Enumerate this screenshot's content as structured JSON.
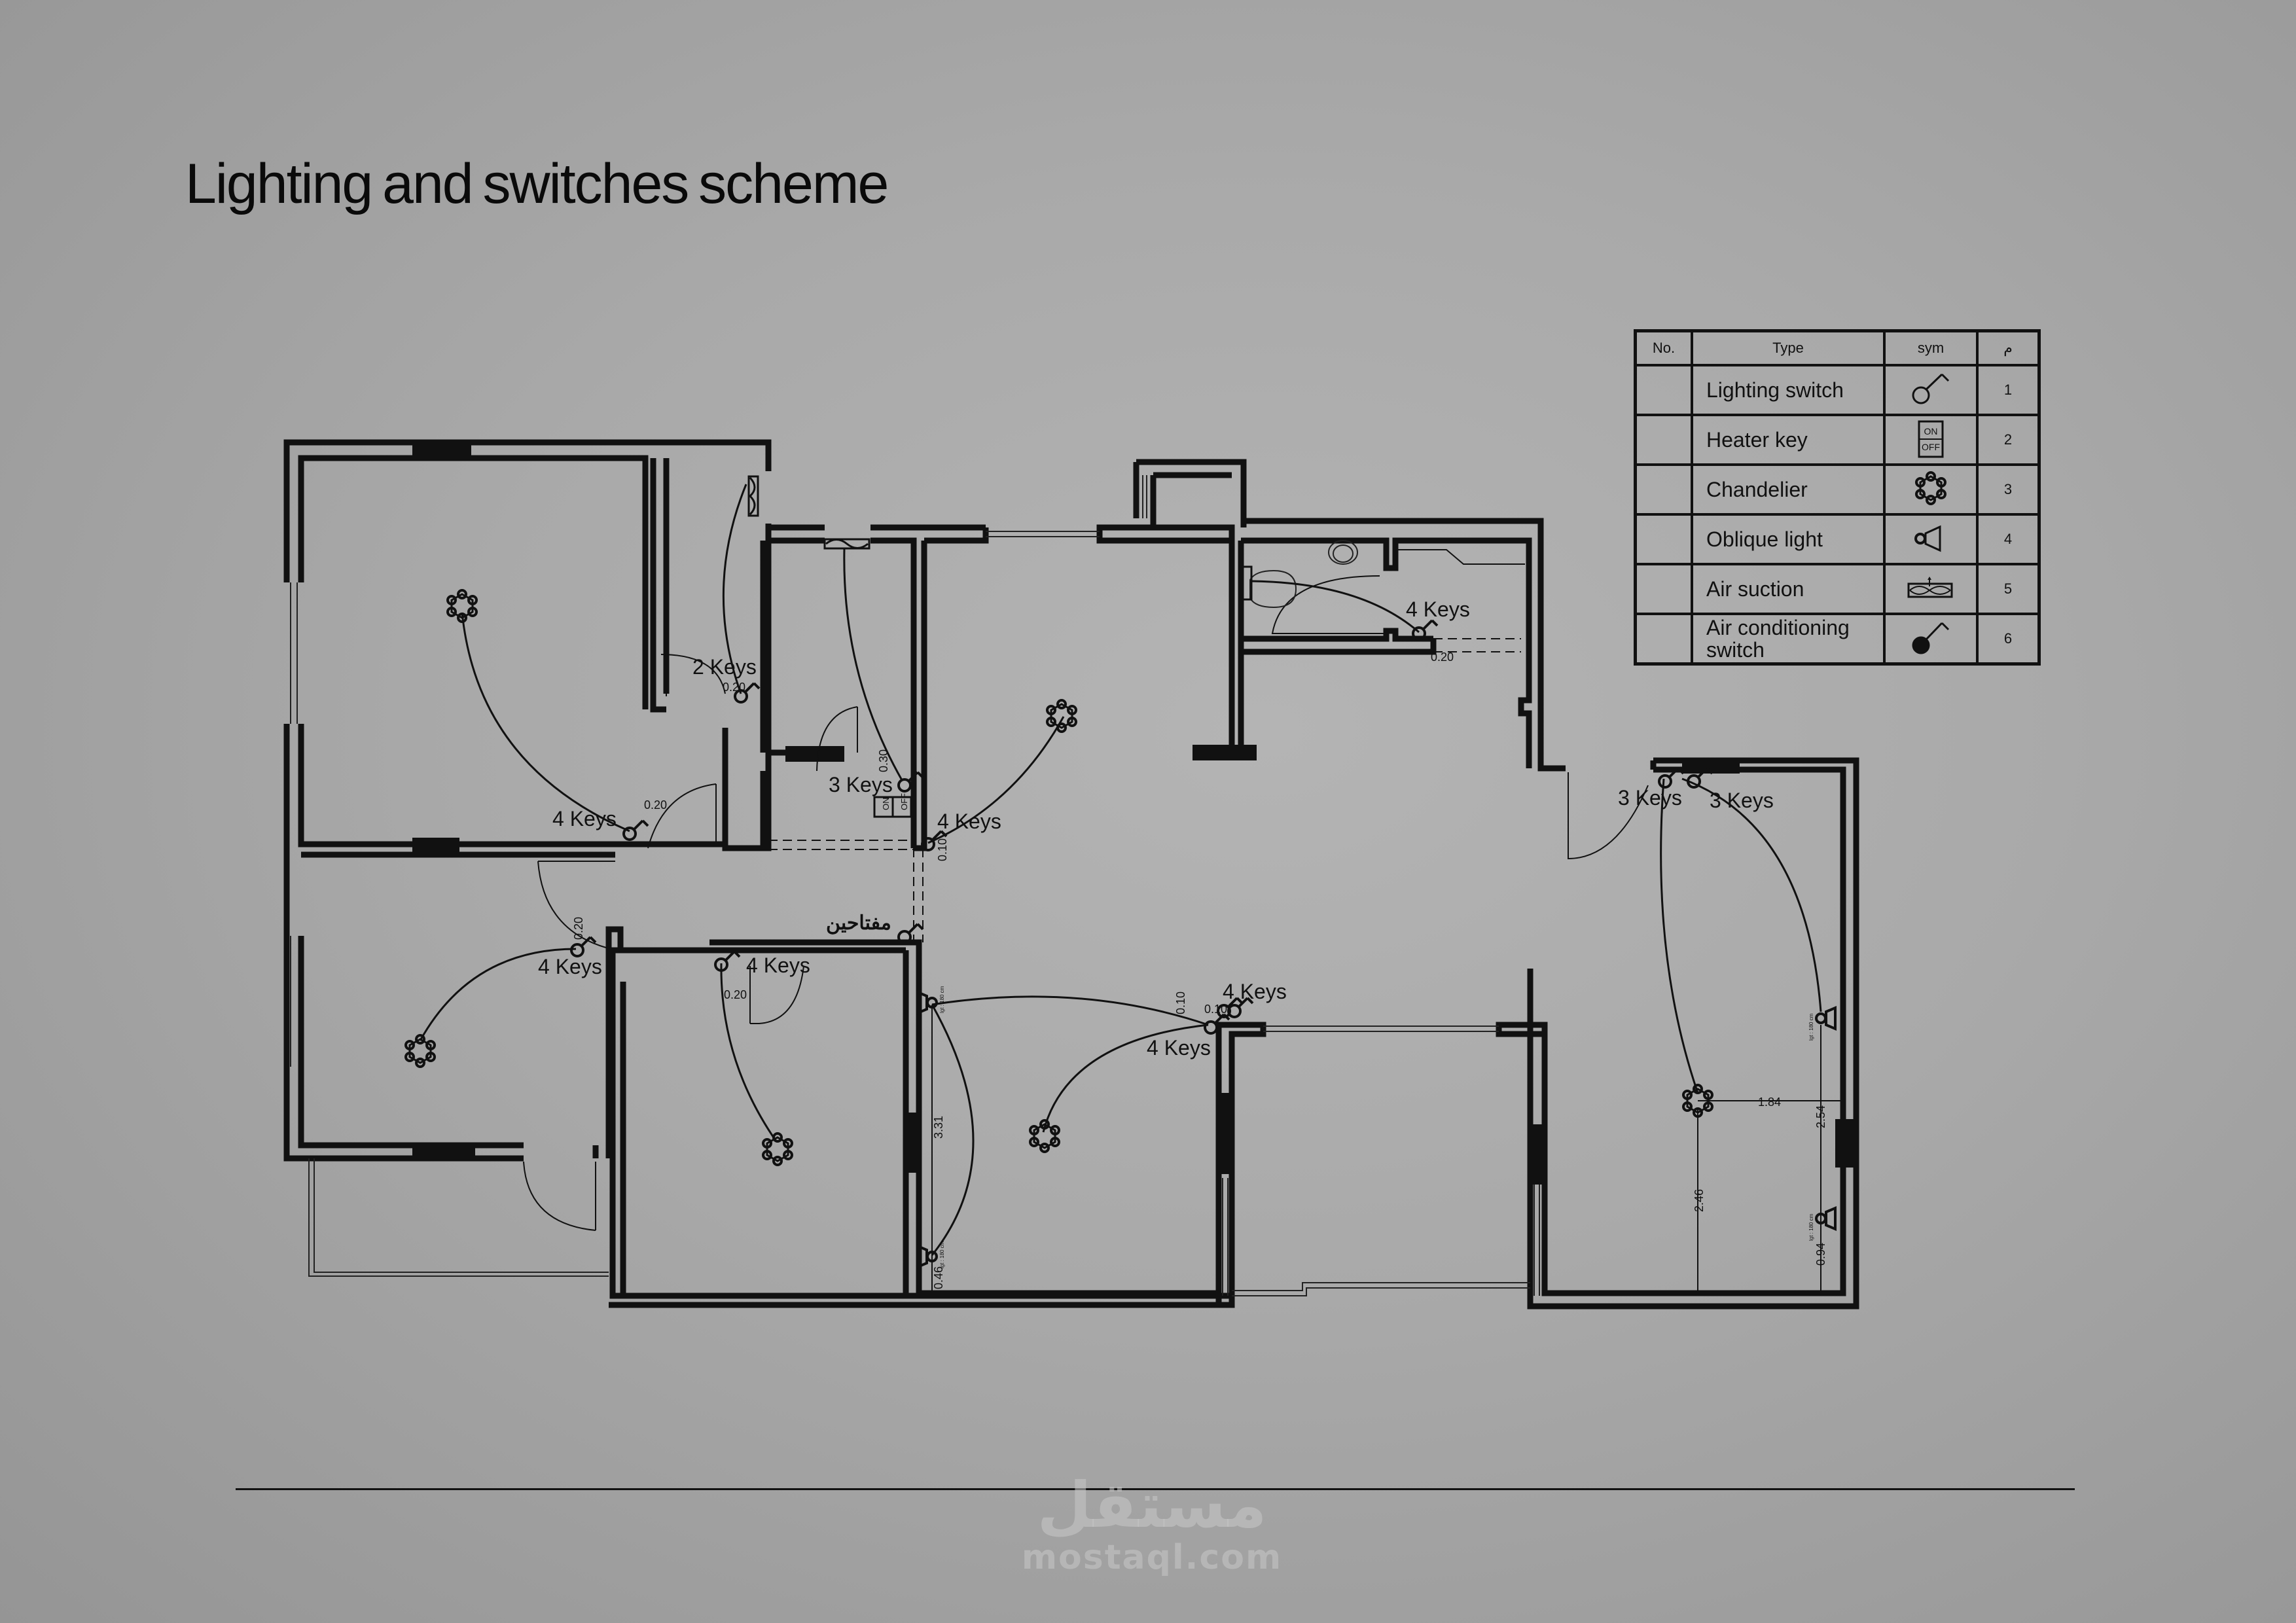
{
  "page": {
    "title": "Lighting and switches scheme",
    "watermark_arabic": "مستقل",
    "watermark_url": "mostaql.com",
    "colors": {
      "ink": "#111111",
      "background": "#a9a9a9"
    }
  },
  "legend": {
    "headers": {
      "no": "No.",
      "type": "Type",
      "sym": "sym",
      "index": "م"
    },
    "rows": [
      {
        "no": "",
        "type": "Lighting switch",
        "symbol": "lighting-switch-icon",
        "index": "1"
      },
      {
        "no": "",
        "type": "Heater key",
        "symbol": "heater-key-icon",
        "sym_on": "ON",
        "sym_off": "OFF",
        "index": "2"
      },
      {
        "no": "",
        "type": "Chandelier",
        "symbol": "chandelier-icon",
        "index": "3"
      },
      {
        "no": "",
        "type": "Oblique light",
        "symbol": "oblique-light-icon",
        "index": "4"
      },
      {
        "no": "",
        "type": "Air suction",
        "symbol": "air-suction-icon",
        "index": "5"
      },
      {
        "no": "",
        "type": "Air conditioning switch",
        "symbol": "ac-switch-icon",
        "index": "6"
      }
    ]
  },
  "plan": {
    "switch_labels": {
      "bedroom1_2keys": "2 Keys",
      "bedroom1_4keys": "4 Keys",
      "kitchen_3keys": "3 Keys",
      "living_4keys": "4 Keys",
      "bath_4keys": "4 Keys",
      "master_3keys_a": "3 Keys",
      "master_3keys_b": "3 Keys",
      "bedroom2_4keys": "4 Keys",
      "room3_4keys": "4 Keys",
      "hall_4keys_top": "4 Keys",
      "hall_4keys_bottom": "4 Keys",
      "corridor_two_switches": "مفتاحين"
    },
    "heater_key": {
      "on": "ON",
      "off": "OFF"
    },
    "dimensions": {
      "d1": "0.20",
      "d2": "0.20",
      "d3": "0.30",
      "d4": "0.10",
      "d5": "0.20",
      "d6": "0.20",
      "d7": "0.20",
      "d8": "0.10",
      "d9": "0.10",
      "hall_vertical": "3.31",
      "hall_bottom": "0.46",
      "master_horizontal": "1.84",
      "master_upper": "2.54",
      "master_chandelier": "2.46",
      "master_lower": "0.94"
    },
    "oblique_light_note": "lgt : 180 cm"
  }
}
